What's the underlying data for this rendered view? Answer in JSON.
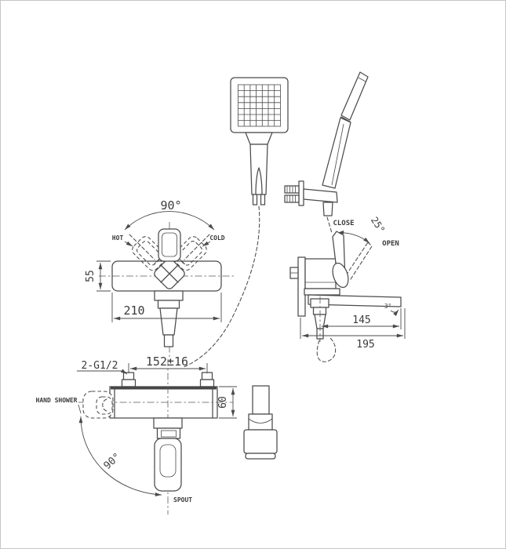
{
  "title": "Bath and shower mixer installation drawing",
  "colors": {
    "line": "#4b4b4b",
    "text": "#3b3b3b",
    "background": "#ffffff",
    "border": "#c6c6c6"
  },
  "labels": {
    "front": {
      "handle_angle": "90°",
      "hot": "HOT",
      "cold": "COLD",
      "body_height": "55",
      "body_width": "210"
    },
    "side": {
      "close": "CLOSE",
      "open_angle": "25°",
      "open": "OPEN",
      "spout_slope": "3°",
      "spout_reach": "145",
      "total_depth": "195"
    },
    "install": {
      "thread_spec": "2-G1/2",
      "inlet_spacing": "152±16",
      "hand_shower": "HAND SHOWER",
      "body_height": "60",
      "spout_swivel": "90°",
      "spout": "SPOUT"
    }
  }
}
